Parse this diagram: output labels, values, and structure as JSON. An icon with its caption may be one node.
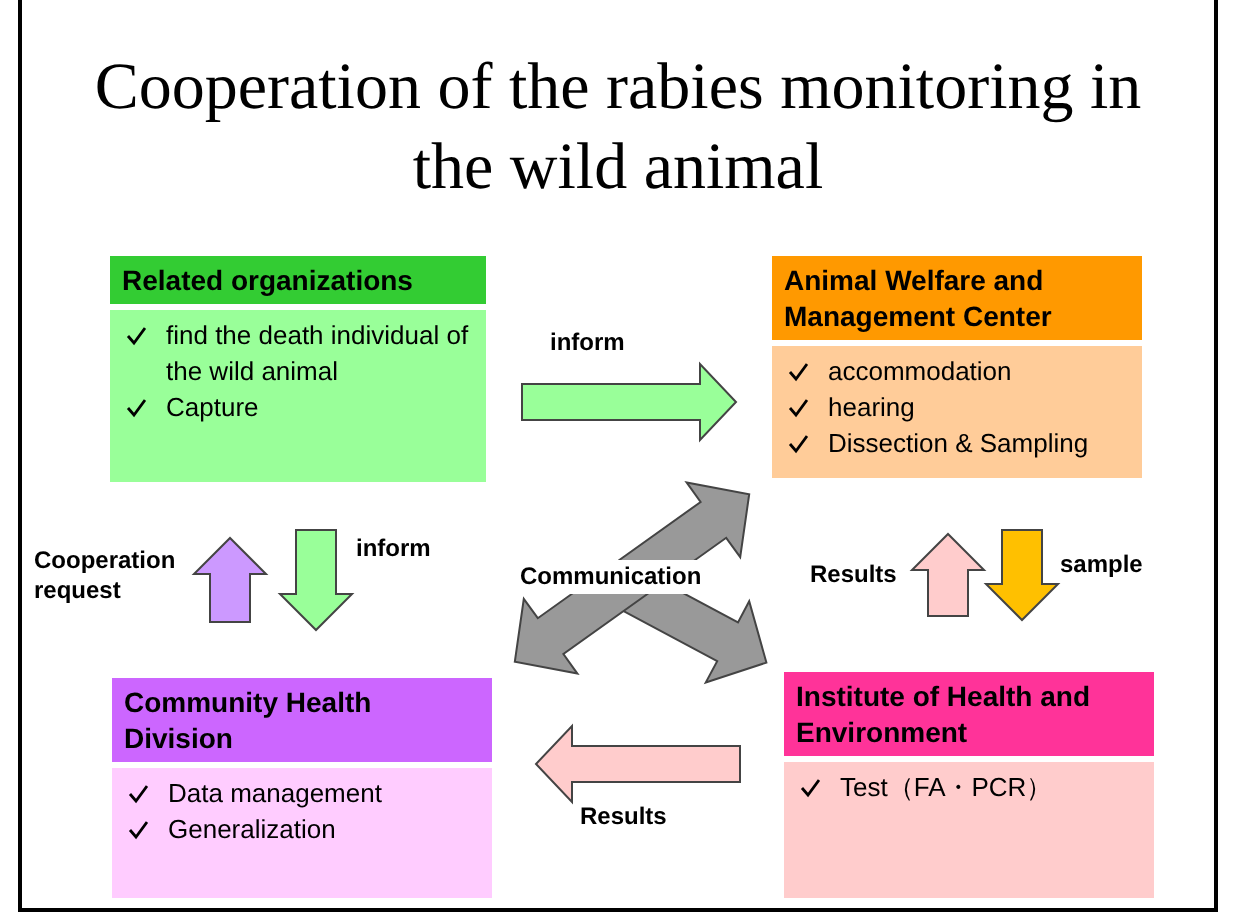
{
  "diagram": {
    "title": "Cooperation of the rabies monitoring in the wild animal",
    "nodes": [
      {
        "text": [
          "Related organizations",
          "find the death individual of  the wild animal",
          "Capture"
        ]
      },
      {
        "text": [
          "Animal Welfare and Management Center",
          "accommodation",
          "hearing",
          "Dissection & Sampling"
        ]
      },
      {
        "text": [
          "Community Health Division",
          "Data management",
          "Generalization"
        ]
      },
      {
        "text": [
          "Institute of Health and Environment",
          "Test（FA・PCR）"
        ]
      }
    ],
    "edges": [
      {
        "from": 0,
        "to": 1,
        "arrow": "to",
        "label": "inform",
        "color": "#99ff99"
      },
      {
        "from": 2,
        "to": 0,
        "arrow": "to",
        "label": "Cooperation request",
        "color": "#cc99ff"
      },
      {
        "from": 0,
        "to": 2,
        "arrow": "to",
        "label": "inform",
        "color": "#99ff99"
      },
      {
        "from": 3,
        "to": 1,
        "arrow": "to",
        "label": "Results",
        "color": "#ffcccc"
      },
      {
        "from": 1,
        "to": 3,
        "arrow": "to",
        "label": "sample",
        "color": "#ffc000"
      },
      {
        "from": 3,
        "to": 2,
        "arrow": "to",
        "label": "Results",
        "color": "#ffcccc"
      },
      {
        "from": 2,
        "to": 1,
        "arrow": "both",
        "label": "Communication",
        "color": "#999999"
      },
      {
        "from": null,
        "to": 3,
        "arrow": "to",
        "color": "#999999"
      }
    ]
  }
}
